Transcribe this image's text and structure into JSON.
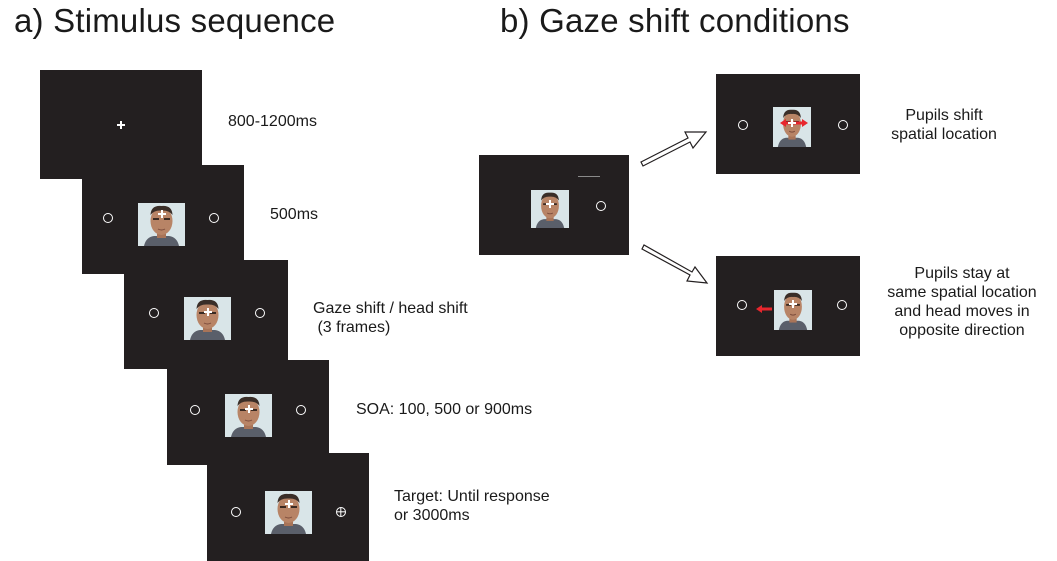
{
  "panel_a": {
    "title": "a) Stimulus sequence",
    "steps": [
      {
        "label_lines": [
          "800-1200ms"
        ]
      },
      {
        "label_lines": [
          "500ms"
        ]
      },
      {
        "label_lines": [
          "Gaze shift / head shift",
          " (3 frames)"
        ]
      },
      {
        "label_lines": [
          "SOA: 100, 500 or 900ms"
        ]
      },
      {
        "label_lines": [
          "Target: Until response",
          "or 3000ms"
        ]
      }
    ]
  },
  "panel_b": {
    "title": "b) Gaze shift conditions",
    "conditions": [
      {
        "label_lines": [
          "Pupils shift",
          "spatial location"
        ]
      },
      {
        "label_lines": [
          "Pupils stay at",
          "same spatial location",
          "and head moves in",
          "opposite direction"
        ]
      }
    ]
  },
  "colors": {
    "screen": "#231f20",
    "stimulus_white": "#ffffff",
    "cue_red": "#e8262d",
    "face_skin": "#b88466",
    "face_background": "#d9e5e8"
  },
  "icons": {
    "fixation": "fixation-cross-icon",
    "placeholder": "placeholder-ring-icon",
    "target": "target-crosshair-icon",
    "transition": "hollow-arrow-icon",
    "face": "face-photo"
  }
}
